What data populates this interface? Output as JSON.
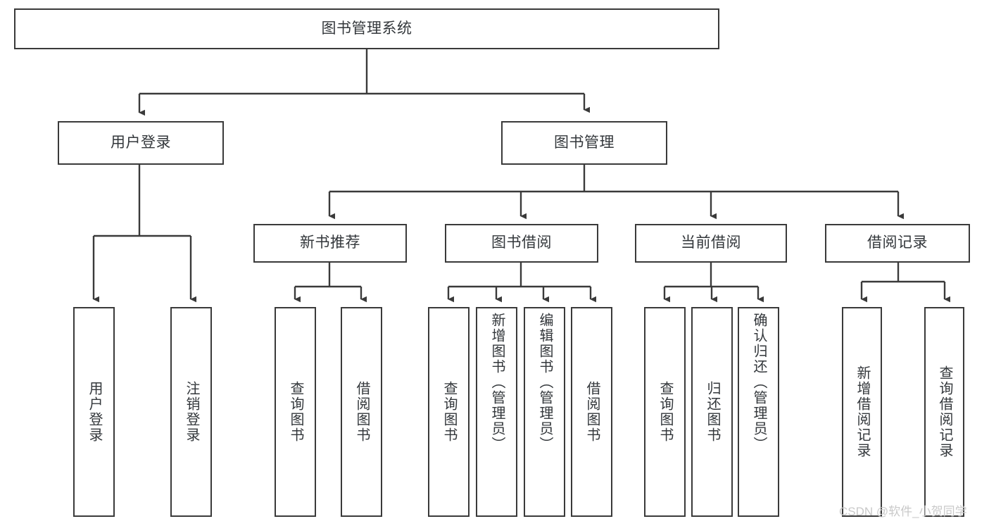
{
  "diagram": {
    "title": "图书管理系统",
    "type": "tree",
    "watermark": "CSDN @软件_小贺同学",
    "colors": {
      "stroke": "#3a3a3a",
      "text": "#33373b",
      "background": "#ffffff",
      "watermark": "#c9c9c9"
    },
    "nodes": {
      "root": {
        "label": "图书管理系统"
      },
      "level2": [
        {
          "id": "user-login",
          "label": "用户登录"
        },
        {
          "id": "book-management",
          "label": "图书管理"
        }
      ],
      "level3": [
        {
          "id": "new-book-recommend",
          "label": "新书推荐"
        },
        {
          "id": "book-borrow",
          "label": "图书借阅"
        },
        {
          "id": "current-borrow",
          "label": "当前借阅"
        },
        {
          "id": "borrow-record",
          "label": "借阅记录"
        }
      ],
      "leaves": {
        "user-login": [
          {
            "id": "leaf-user-login",
            "label": "用户登录"
          },
          {
            "id": "leaf-user-logout",
            "label": "注销登录"
          }
        ],
        "new-book-recommend": [
          {
            "id": "leaf-query-book-1",
            "label": "查询图书"
          },
          {
            "id": "leaf-borrow-book-1",
            "label": "借阅图书"
          }
        ],
        "book-borrow": [
          {
            "id": "leaf-query-book-2",
            "label": "查询图书"
          },
          {
            "id": "leaf-add-book",
            "label": "新增图书（管理员）"
          },
          {
            "id": "leaf-edit-book",
            "label": "编辑图书（管理员）"
          },
          {
            "id": "leaf-borrow-book-2",
            "label": "借阅图书"
          }
        ],
        "current-borrow": [
          {
            "id": "leaf-query-book-3",
            "label": "查询图书"
          },
          {
            "id": "leaf-return-book",
            "label": "归还图书"
          },
          {
            "id": "leaf-confirm-return",
            "label": "确认归还（管理员）"
          }
        ],
        "borrow-record": [
          {
            "id": "leaf-add-record",
            "label": "新增借阅记录"
          },
          {
            "id": "leaf-query-record",
            "label": "查询借阅记录"
          }
        ]
      }
    }
  }
}
